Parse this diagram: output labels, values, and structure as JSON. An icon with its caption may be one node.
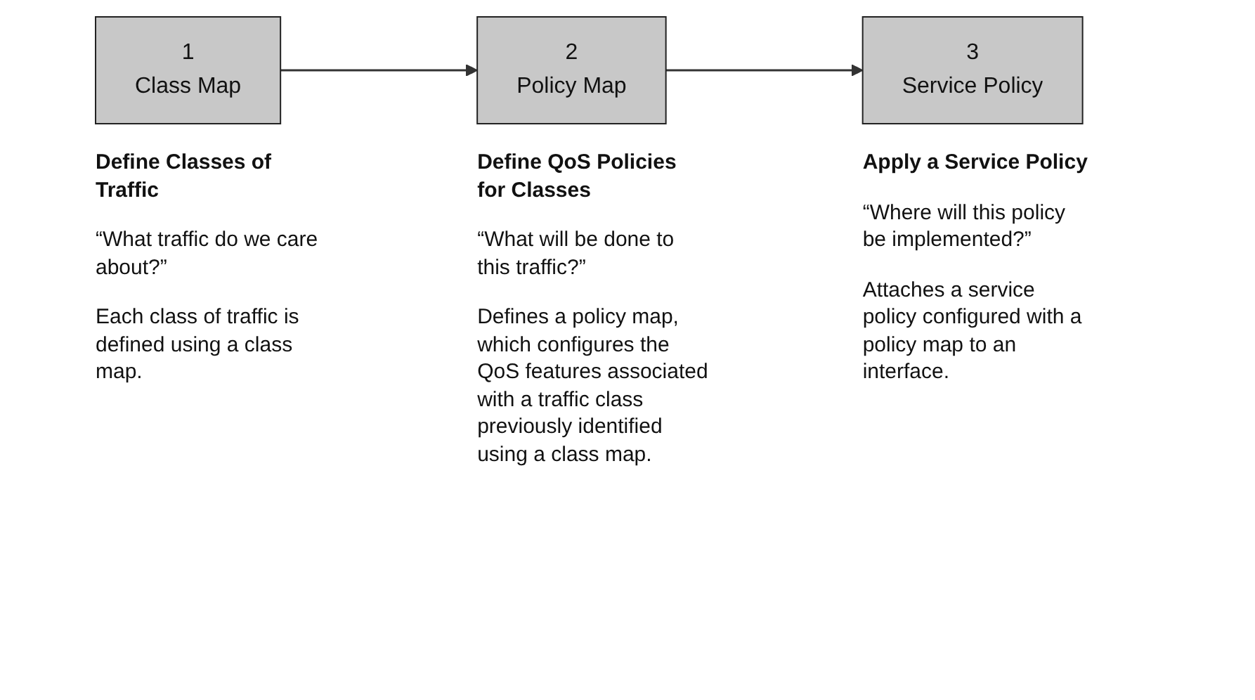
{
  "diagram": {
    "nodes": [
      {
        "text": [
          "1",
          "Class Map"
        ],
        "beside": [
          "Define Classes of Traffic",
          "“What traffic do we care about?”",
          "Each class of traffic is defined using a class map."
        ]
      },
      {
        "text": [
          "2",
          "Policy Map"
        ],
        "beside": [
          "Define QoS Policies for Classes",
          "“What will be done to this traffic?”",
          "Defines a policy map, which configures the QoS features associated with a traffic class previously identified using a class map."
        ]
      },
      {
        "text": [
          "3",
          "Service Policy"
        ],
        "beside": [
          "Apply a Service Policy",
          "“Where will this policy be implemented?”",
          "Attaches a service policy configured with a policy map to an interface."
        ]
      }
    ],
    "edges": [
      {
        "from": 0,
        "to": 1,
        "arrow": "to"
      },
      {
        "from": 1,
        "to": 2,
        "arrow": "to"
      }
    ]
  }
}
